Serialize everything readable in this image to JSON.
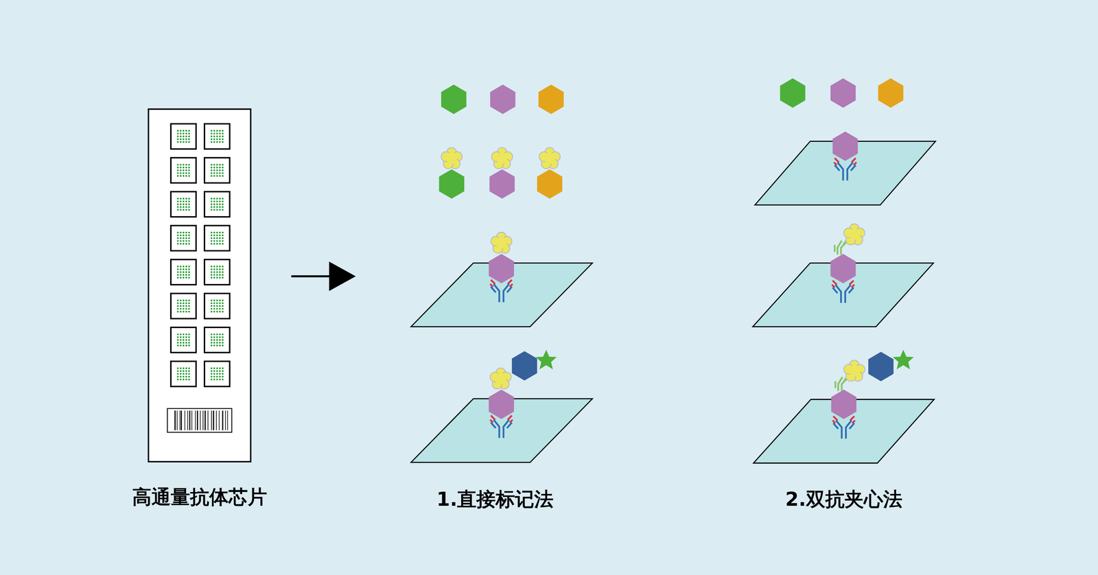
{
  "diagram": {
    "labels": [
      "高通量抗体芯片",
      "1.直接标记法",
      "2.双抗夹心法"
    ]
  }
}
